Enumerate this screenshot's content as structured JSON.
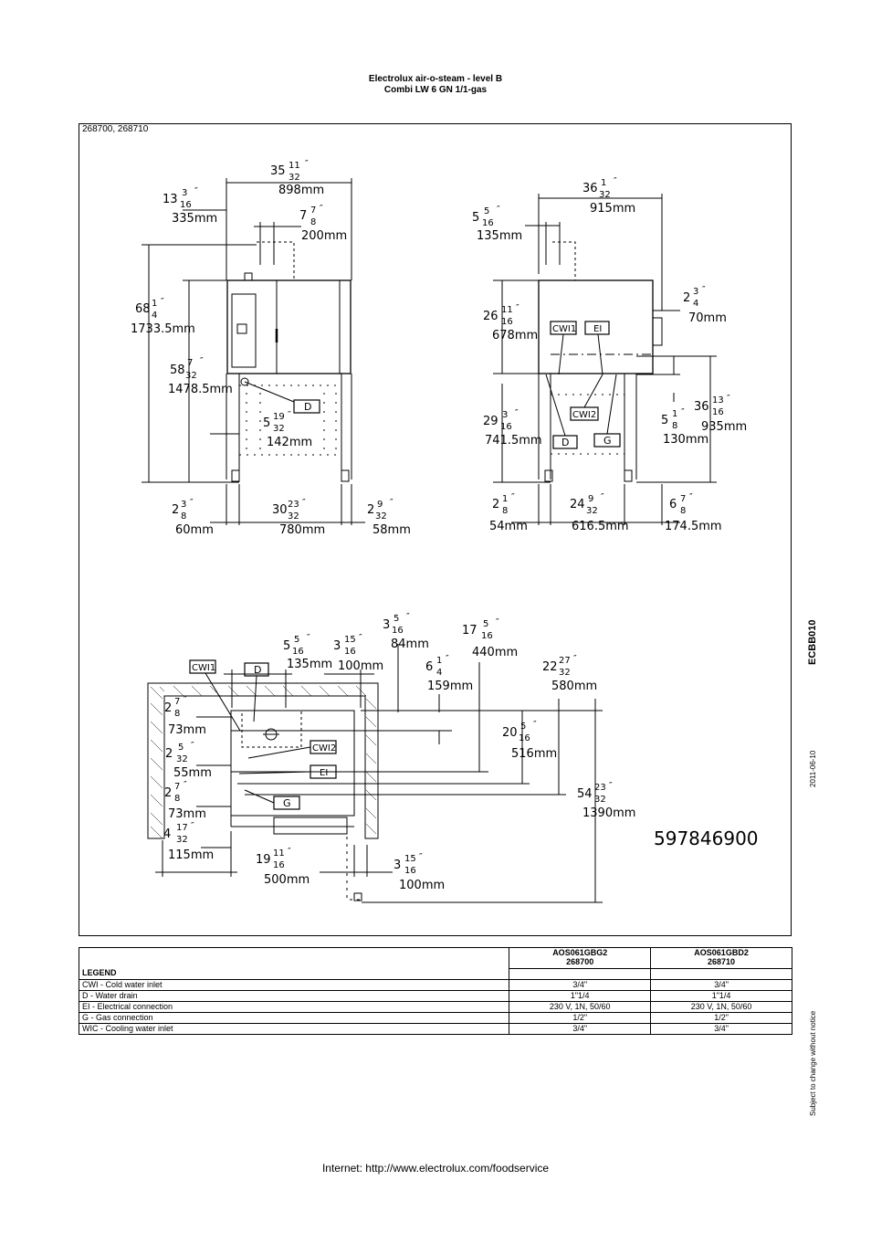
{
  "header": {
    "line1": "Electrolux air-o-steam - level B",
    "line2": "Combi LW 6 GN 1/1-gas"
  },
  "models_label": "268700, 268710",
  "side": {
    "code": "ECBB010",
    "date": "2011-06-10",
    "notice": "Subject to change without notice"
  },
  "drawing": {
    "part_number": "597846900",
    "front_view": {
      "width_in": "35 11/32\"",
      "width_mm": "898mm",
      "offset1_in": "13 3/16\"",
      "offset1_mm": "335mm",
      "offset2_in": "7 7/8\"",
      "offset2_mm": "200mm",
      "height_in": "68 1/4\"",
      "height_mm": "1733.5mm",
      "height2_in": "58 7/32\"",
      "height2_mm": "1478.5mm",
      "drain_in": "5 19/32\"",
      "drain_mm": "142mm",
      "left_in": "2 3/8\"",
      "left_mm": "60mm",
      "legs_in": "30 23/32\"",
      "legs_mm": "780mm",
      "right_in": "2 9/32\"",
      "right_mm": "58mm",
      "label_d": "D"
    },
    "side_view": {
      "depth_in": "36 1/32\"",
      "depth_mm": "915mm",
      "flue_in": "5 5/16\"",
      "flue_mm": "135mm",
      "body_in": "26 11/16\"",
      "body_mm": "678mm",
      "handle_in": "2 3/4\"",
      "handle_mm": "70mm",
      "leg_in": "29 3/16\"",
      "leg_mm": "741.5mm",
      "conn_in": "5 1/8\"",
      "conn_mm": "130mm",
      "total_in": "36 13/16\"",
      "total_mm": "935mm",
      "front_in": "2 1/8\"",
      "front_mm": "54mm",
      "legs_in": "24 9/32\"",
      "legs_mm": "616.5mm",
      "rear_in": "6 7/8\"",
      "rear_mm": "174.5mm",
      "labels": {
        "cwi1": "CWI1",
        "ei": "EI",
        "cwi2": "CWI2",
        "d": "D",
        "g": "G"
      }
    },
    "top_view": {
      "d1_in": "5 5/16\"",
      "d1_mm": "135mm",
      "d2_in": "3 15/16\"",
      "d2_mm": "100mm",
      "d3_in": "3 5/16\"",
      "d3_mm": "84mm",
      "d4_in": "17 5/16\"",
      "d4_mm": "440mm",
      "d5_in": "6 1/4\"",
      "d5_mm": "159mm",
      "d6_in": "22 27/32\"",
      "d6_mm": "580mm",
      "d7_in": "2 7/8\"",
      "d7_mm": "73mm",
      "d8_in": "20 5/16\"",
      "d8_mm": "516mm",
      "d9_in": "2 5/32\"",
      "d9_mm": "55mm",
      "d10_in": "2 7/8\"",
      "d10_mm": "73mm",
      "d11_in": "54 23/32\"",
      "d11_mm": "1390mm",
      "d12_in": "4 17/32\"",
      "d12_mm": "115mm",
      "d13_in": "19 11/16\"",
      "d13_mm": "500mm",
      "d14_in": "3 15/16\"",
      "d14_mm": "100mm",
      "labels": {
        "cwi1": "CWI1",
        "d": "D",
        "cwi2": "CWI2",
        "ei": "EI",
        "g": "G"
      }
    }
  },
  "table": {
    "legend_label": "LEGEND",
    "columns": [
      {
        "model": "AOS061GBG2",
        "code": "268700"
      },
      {
        "model": "AOS061GBD2",
        "code": "268710"
      }
    ],
    "rows": [
      {
        "label": "CWI - Cold water inlet",
        "v1": "3/4\"",
        "v2": "3/4\""
      },
      {
        "label": "D - Water drain",
        "v1": "1\"1/4",
        "v2": "1\"1/4"
      },
      {
        "label": "EI - Electrical connection",
        "v1": "230 V, 1N, 50/60",
        "v2": "230 V, 1N, 50/60"
      },
      {
        "label": "G - Gas connection",
        "v1": "1/2\"",
        "v2": "1/2\""
      },
      {
        "label": "WIC - Cooling water inlet",
        "v1": "3/4\"",
        "v2": "3/4\""
      }
    ]
  },
  "footer": "Internet: http://www.electrolux.com/foodservice"
}
